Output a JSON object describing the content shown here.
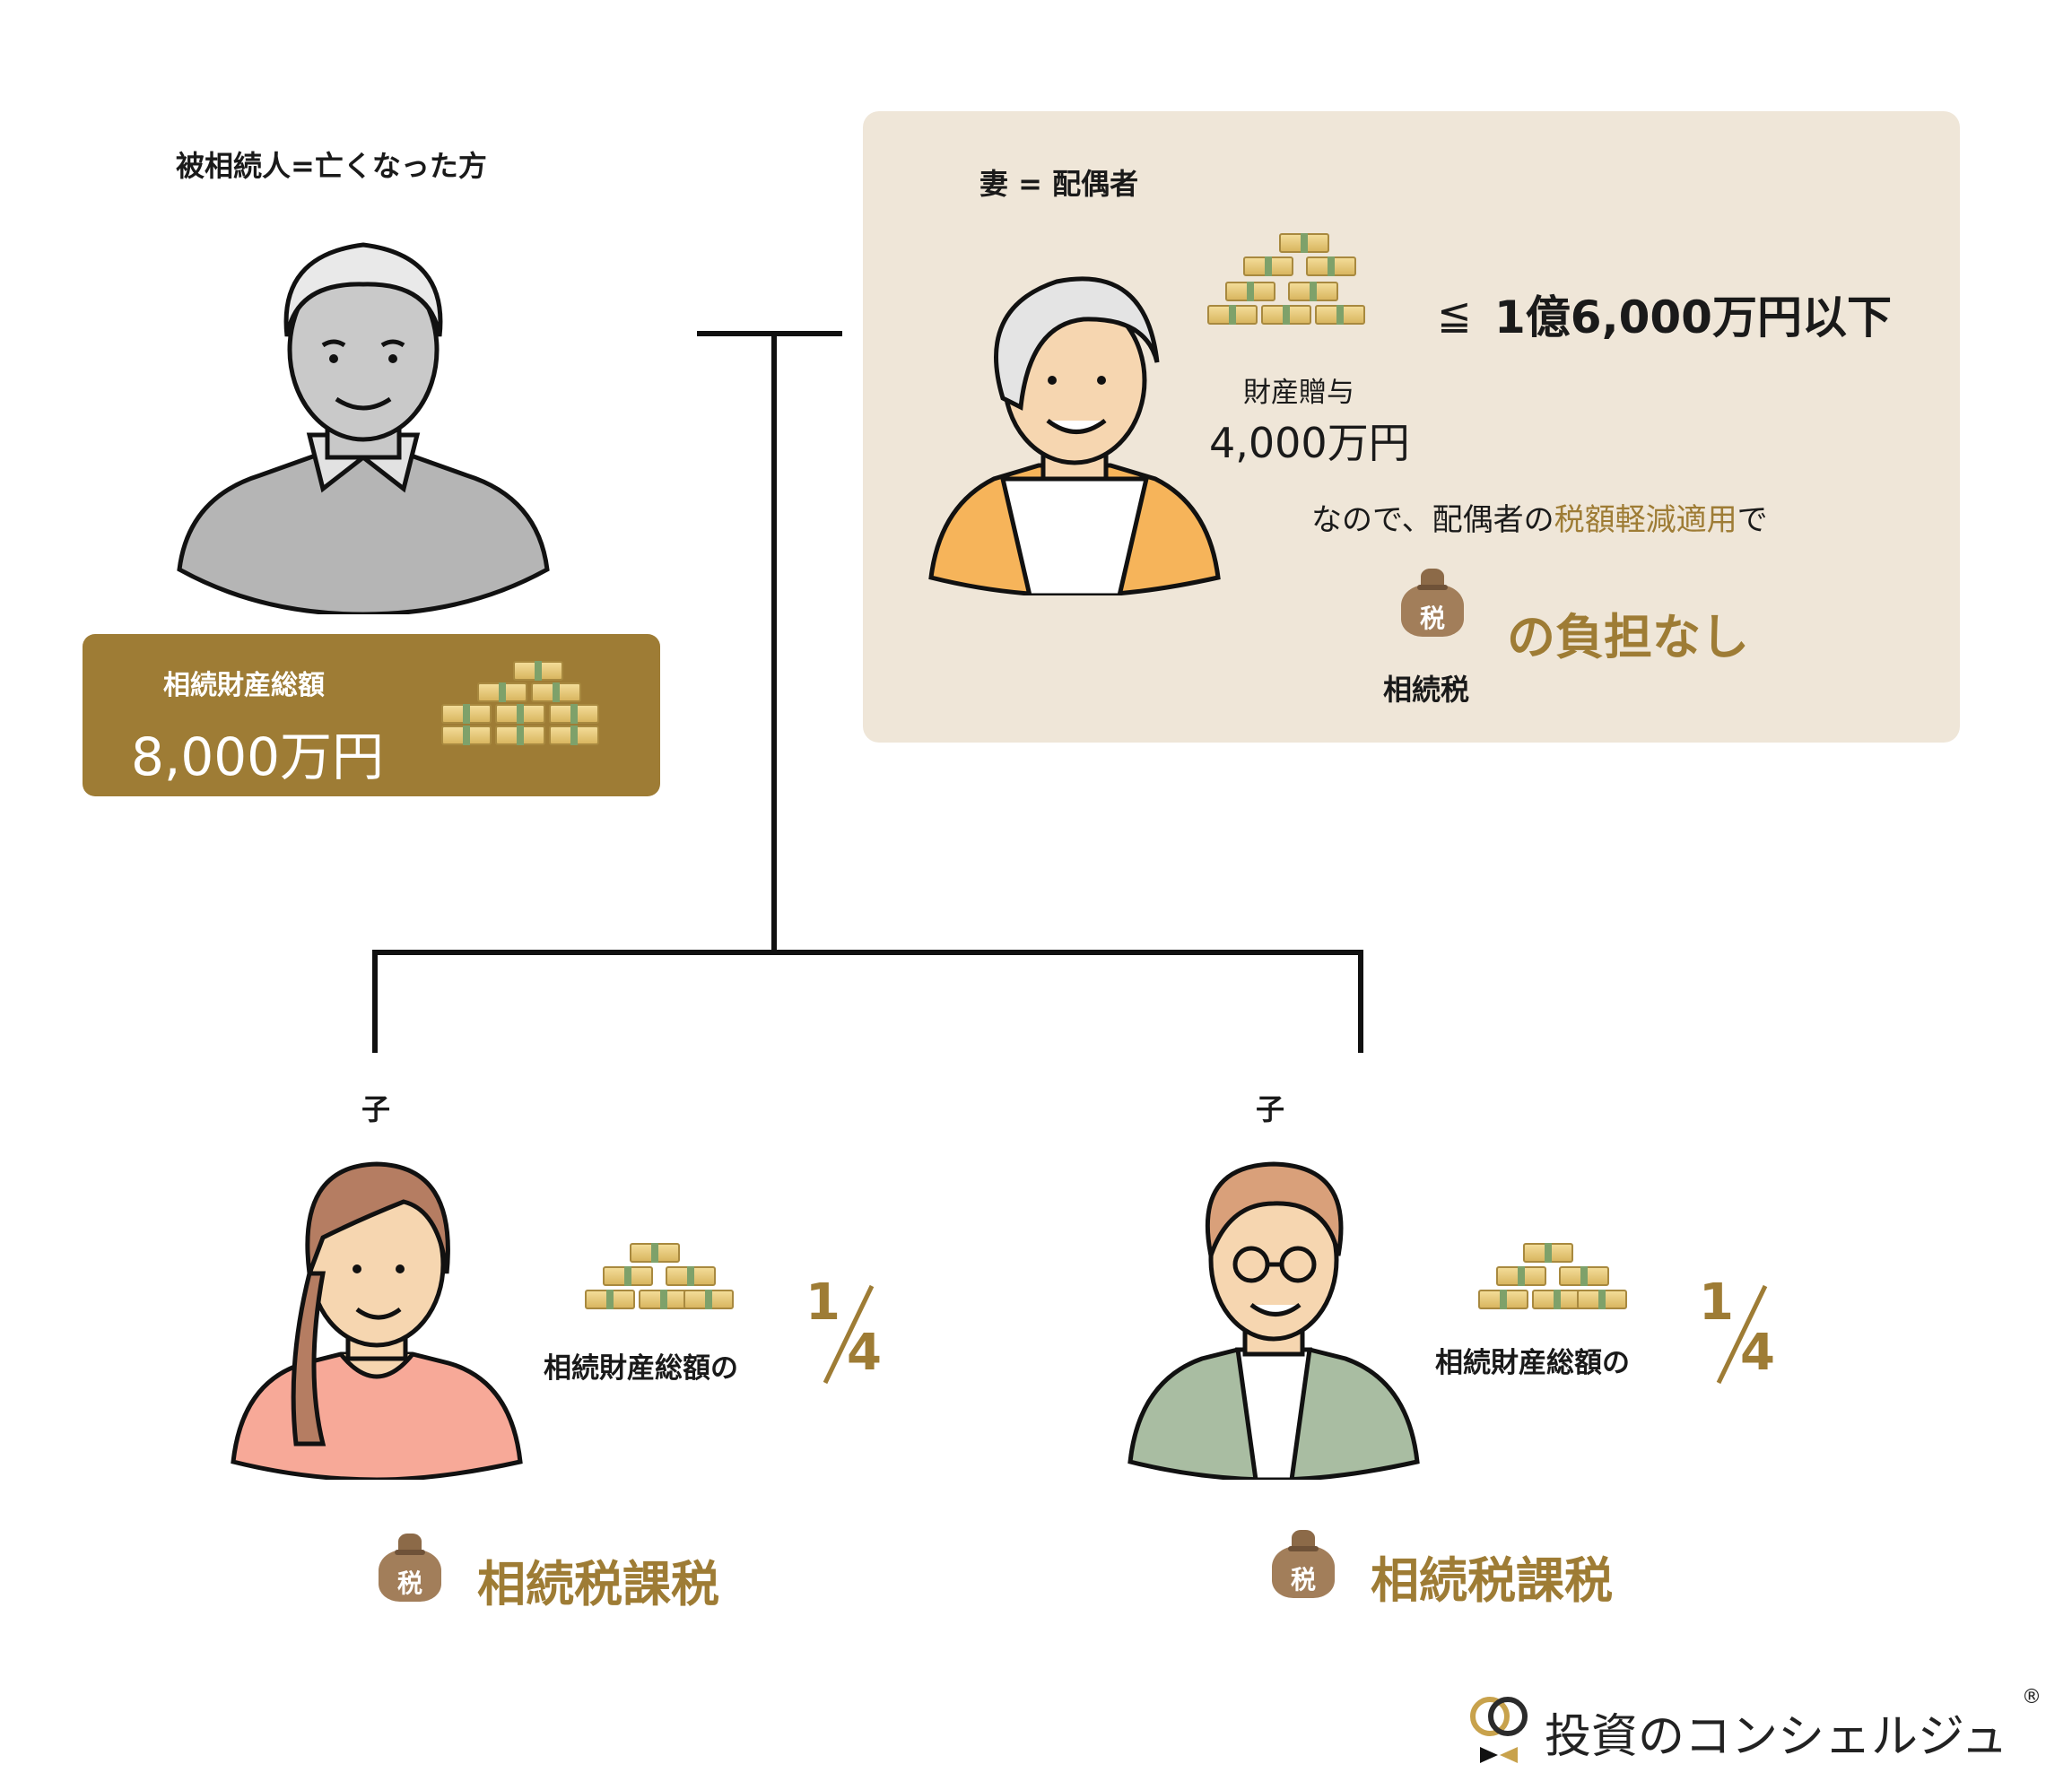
{
  "decedent": {
    "label": "被相続人=亡くなった方",
    "estate_label": "相続財産総額",
    "estate_amount": "8,000万円"
  },
  "spouse": {
    "label": "妻 = 配偶者",
    "gift_label": "財産贈与",
    "gift_amount": "4,000万円",
    "leq_symbol": "≦",
    "limit": "1億6,000万円以下",
    "reason_prefix": "なので、配偶者の",
    "reason_highlight": "税額軽減適用",
    "reason_suffix": "で",
    "tax_bag_label": "税",
    "tax_caption": "相続税",
    "result": "の負担なし"
  },
  "children": [
    {
      "label": "子",
      "share_label": "相続財産総額の",
      "share_numerator": "1",
      "share_denominator": "4",
      "tax_bag_label": "税",
      "tax_result": "相続税課税"
    },
    {
      "label": "子",
      "share_label": "相続財産総額の",
      "share_numerator": "1",
      "share_denominator": "4",
      "tax_bag_label": "税",
      "tax_result": "相続税課税"
    }
  ],
  "brand": {
    "name": "投資のコンシェルジュ",
    "registered": "®"
  },
  "colors": {
    "gold": "#9e7c35",
    "panel": "#efe6d8",
    "line": "#111111"
  }
}
